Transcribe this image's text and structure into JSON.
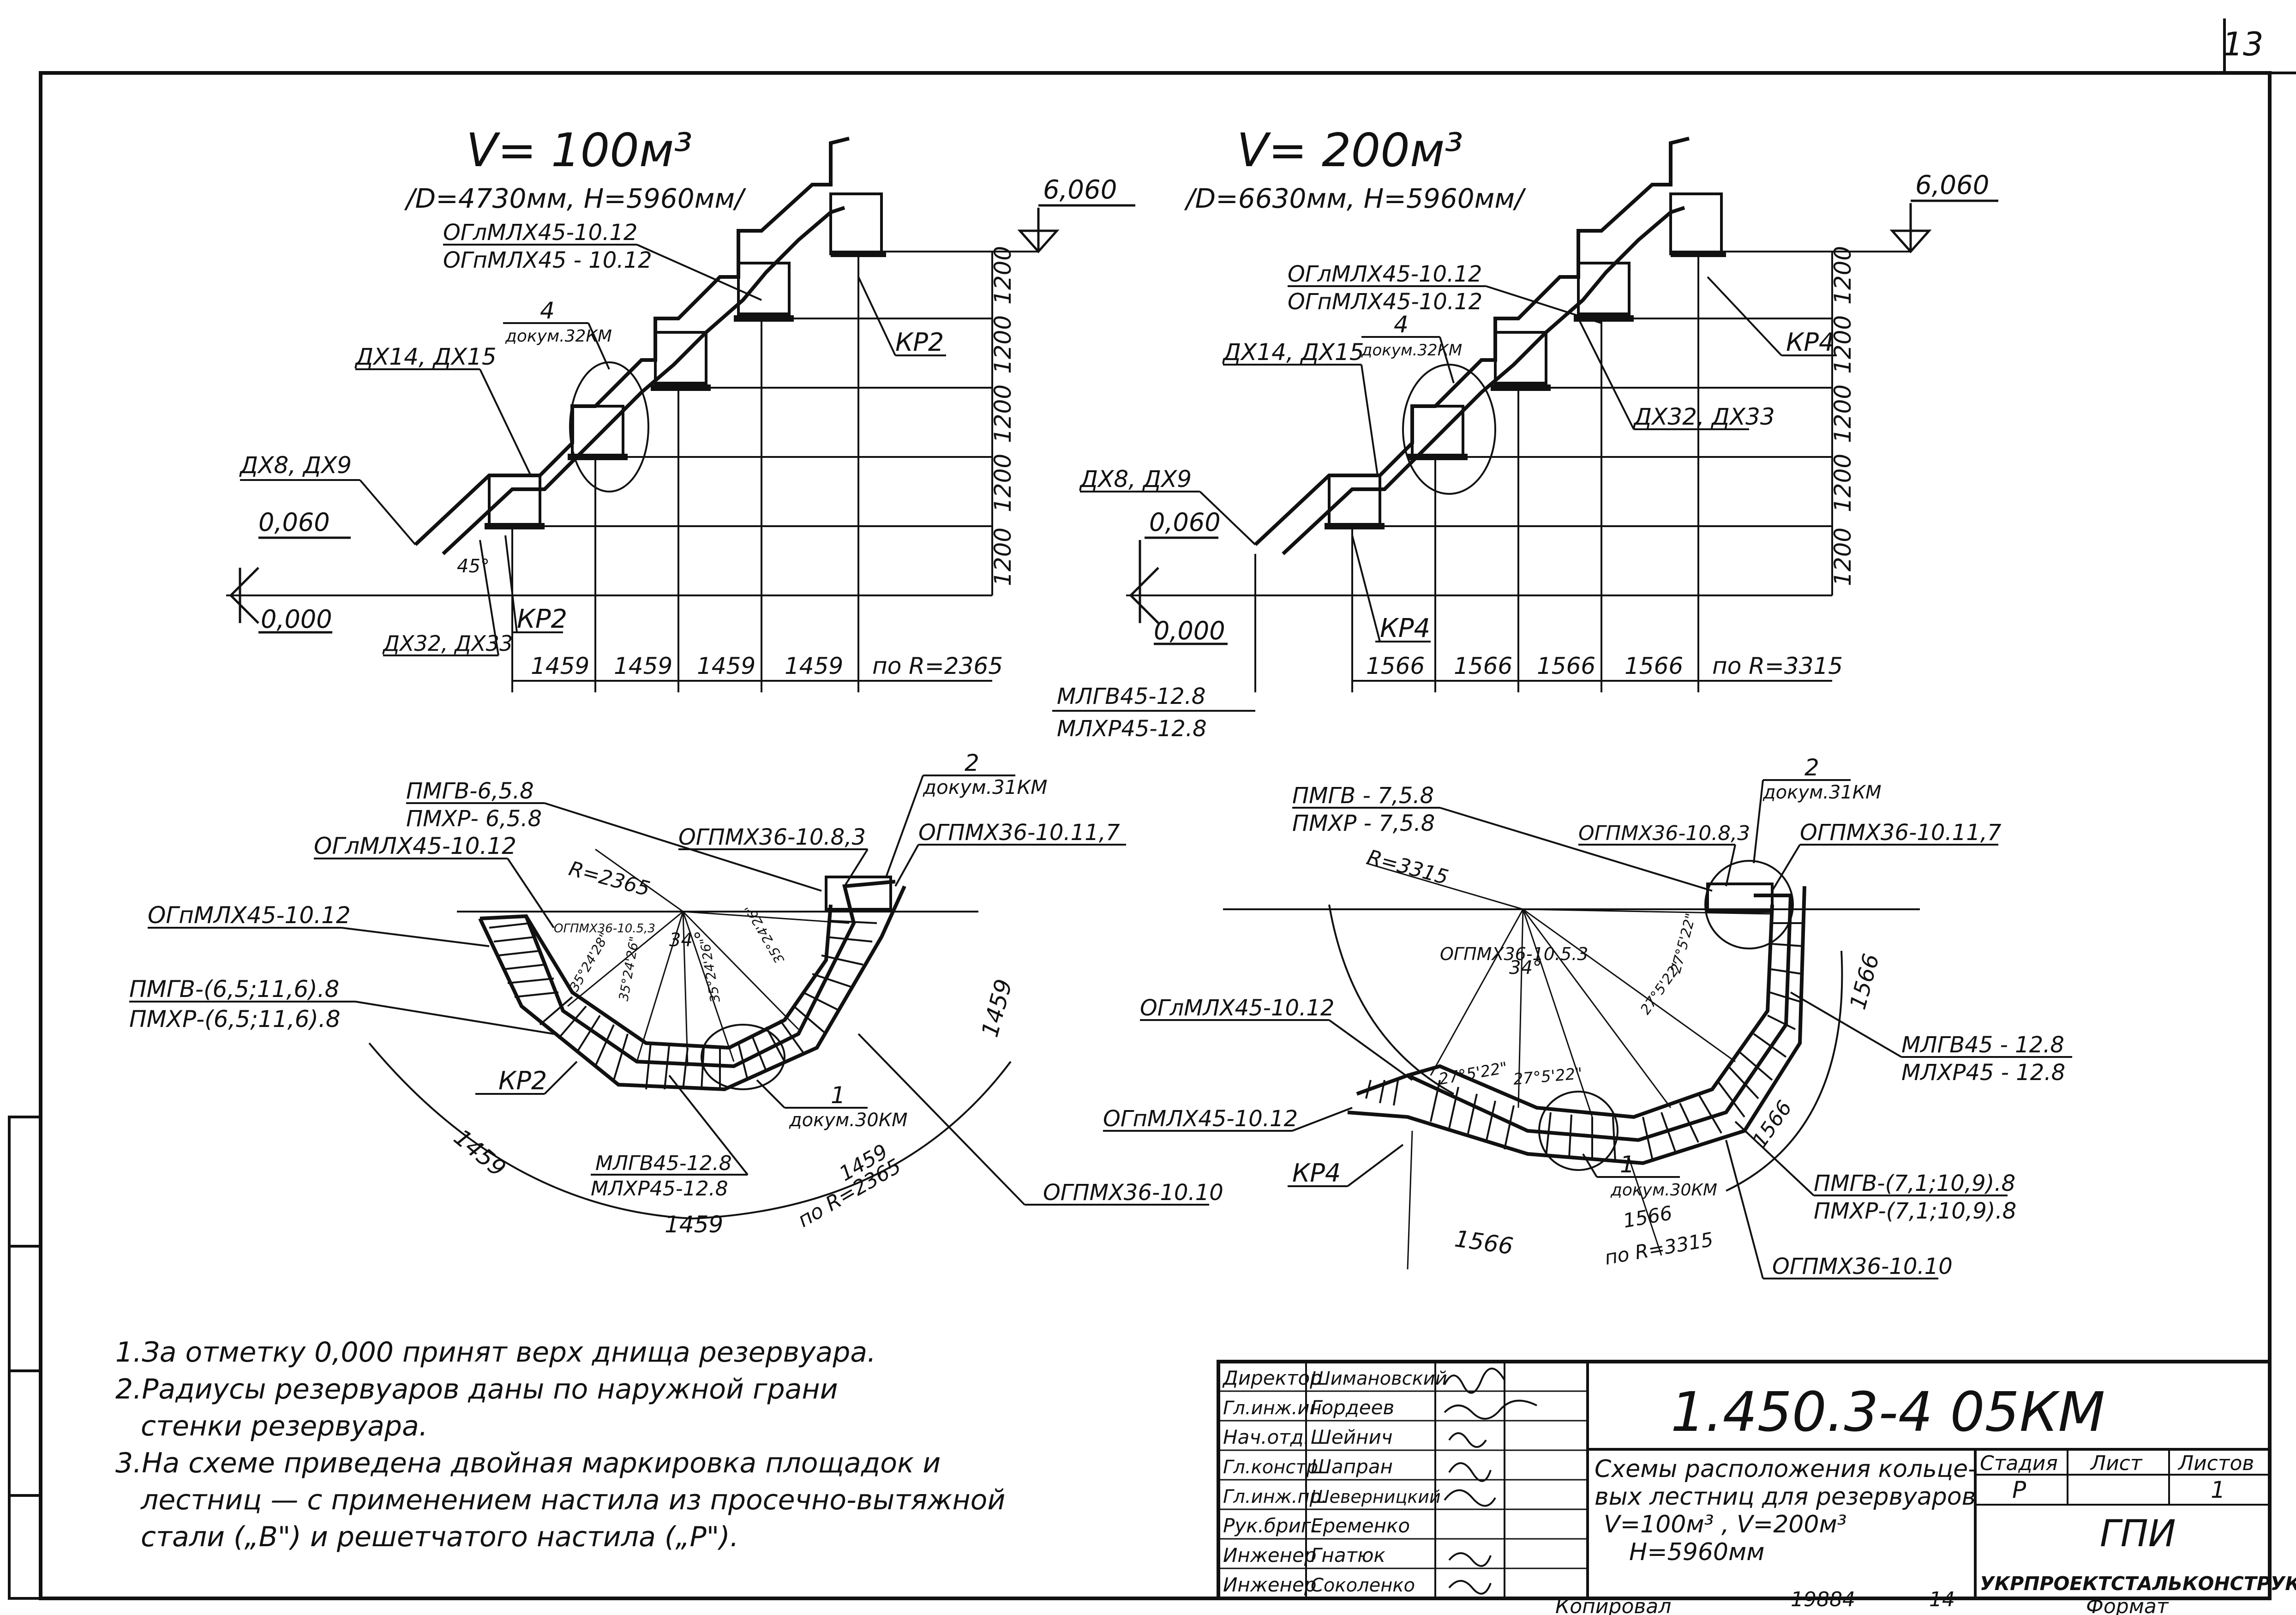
{
  "sheet_number": "13",
  "elevation_top": "6,060",
  "elevation_mid": "0,060",
  "elevation_zero": "0,000",
  "angle_45": "45°",
  "tank100": {
    "title": "V= 100м³",
    "dims": "/D=4730мм, H=5960мм/",
    "platform_label_1": "ОГлМЛХ45-10.12",
    "platform_label_2": "ОГпМЛХ45 - 10.12",
    "detail_num": "4",
    "detail_doc": "докум.32КМ",
    "dx_upper": "ДХ14, ДХ15",
    "dx_lower": "ДХ8, ДХ9",
    "dx_bottom": "ДХ32, ДХ33",
    "kr": "КР2",
    "step_width": "1459",
    "radius": "по R=2365",
    "height": "1200",
    "plan": {
      "pmgv": "ПМГВ-6,5.8",
      "pmhr": "ПМХР- 6,5.8",
      "detail_num": "2",
      "detail_doc": "докум.31КМ",
      "ogl_label": "ОГлМЛХ45-10.12",
      "ogp_label": "ОГпМЛХ45-10.12",
      "r_label": "R=2365",
      "og_pmh_83": "ОГПМХ36-10.8,3",
      "og_pmh_117": "ОГПМХ36-10.11,7",
      "og_pmh_53": "ОГПМХ36-10.5,3",
      "angle_center": "34°",
      "angle_1": "35°24'28\"",
      "angle_2": "35°24'26\"",
      "angle_3": "35°24'26\"",
      "angle_4": "35°24'26\"",
      "pmgv_range": "ПМГВ-(6,5;11,6).8",
      "pmhr_range": "ПМХР-(6,5;11,6).8",
      "kr": "КР2",
      "mlgv": "МЛГВ45-12.8",
      "mlhr": "МЛХР45-12.8",
      "detail1_num": "1",
      "detail1_doc": "докум.30КМ",
      "og_pmh_1010": "ОГПМХ36-10.10",
      "arc_label": "1459",
      "radius": "по R=2365"
    }
  },
  "tank200": {
    "title": "V= 200м³",
    "dims": "/D=6630мм, H=5960мм/",
    "platform_label_1": "ОГлМЛХ45-10.12",
    "platform_label_2": "ОГпМЛХ45-10.12",
    "detail_num": "4",
    "detail_doc": "докум.32КМ",
    "dx_upper": "ДХ14, ДХ15",
    "dx_lower": "ДХ8, ДХ9",
    "dx_side": "ДХ32, ДХ33",
    "kr": "КР4",
    "step_width": "1566",
    "radius": "по R=3315",
    "height": "1200",
    "mlgv": "МЛГВ45-12.8",
    "mlhr": "МЛХР45-12.8",
    "plan": {
      "pmgv": "ПМГВ - 7,5.8",
      "pmhr": "ПМХР - 7,5.8",
      "detail_num": "2",
      "detail_doc": "докум.31КМ",
      "r_label": "R=3315",
      "og_pmh_83": "ОГПМХ36-10.8,3",
      "og_pmh_117": "ОГПМХ36-10.11,7",
      "og_pmh_53": "ОГПМХ36-10.5.3",
      "angle_center": "34°",
      "angle_1": "27°5'22\"",
      "angle_2": "27°5'22\"",
      "angle_3": "27°5'22\"",
      "angle_4": "27°5'22\"",
      "ogl_label": "ОГлМЛХ45-10.12",
      "ogp_label": "ОГпМЛХ45-10.12",
      "mlgv": "МЛГВ45 - 12.8",
      "mlhr": "МЛХР45 - 12.8",
      "pmgv_range": "ПМГВ-(7,1;10,9).8",
      "pmhr_range": "ПМХР-(7,1;10,9).8",
      "kr": "КР4",
      "detail1_num": "1",
      "detail1_doc": "докум.30КМ",
      "og_pmh_1010": "ОГПМХ36-10.10",
      "arc_label": "1566",
      "radius": "по R=3315"
    }
  },
  "notes": [
    "1.За отметку 0,000 принят верх днища резервуара.",
    "2.Радиусы резервуаров даны по наружной грани",
    "стенки резервуара.",
    "3.На схеме приведена двойная маркировка площадок и",
    "лестниц — с применением настила из просечно-вытяжной",
    "стали („В\") и решетчатого настила („Р\")."
  ],
  "title_block": {
    "doc_code": "1.450.3-4 05КМ",
    "title_lines": [
      "Схемы расположения кольце-",
      "вых лестниц для резервуаров",
      "V=100м³ , V=200м³",
      "H=5960мм"
    ],
    "roles": [
      "Директор",
      "Гл.инж.ин.",
      "Нач.отд.",
      "Гл.констр.",
      "Гл.инж.пр.",
      "Рук.бриг.",
      "Инженер",
      "Инженер"
    ],
    "names": [
      "Шимановский",
      "Гордеев",
      "Шейнич",
      "Шапран",
      "Шеверницкий",
      "Еременко",
      "Гнатюк",
      "Соколенко"
    ],
    "stage_header": "Стадия",
    "sheet_header": "Лист",
    "sheets_header": "Листов",
    "stage_value": "Р",
    "sheets_value": "1",
    "org_abbr": "ГПИ",
    "org_name": "УКРПРОЕКТСТАЛЬКОНСТРУКЦИЯ"
  },
  "footer_stamp": "Копировал",
  "footer_num_1": "19884",
  "footer_num_2": "14",
  "footer_format": "Формат"
}
